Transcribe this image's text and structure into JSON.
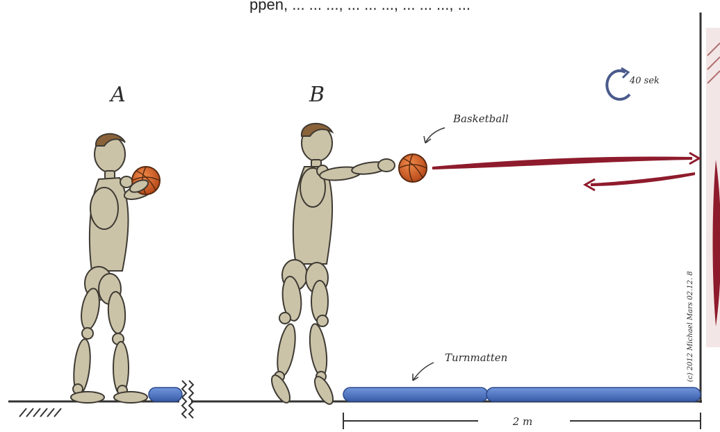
{
  "header_fragment": "ppen, ... ... ..., ... ... ..., ... ... ..., ...",
  "labels": {
    "person_a": "A",
    "person_b": "B",
    "ball": "Basketball",
    "mats": "Turnmatten",
    "distance": "2 m",
    "timer": "40 sek",
    "copyright": "(c) 2012 Michael Mars 02.12. 8"
  },
  "colors": {
    "figure": "#cbc3a8",
    "figure_outline": "#3e3a33",
    "hair": "#8a6239",
    "ball": "#d9652a",
    "mat": "#5076c4",
    "arrow": "#8e1b2c",
    "timer_arrow": "#4a5a8c"
  }
}
